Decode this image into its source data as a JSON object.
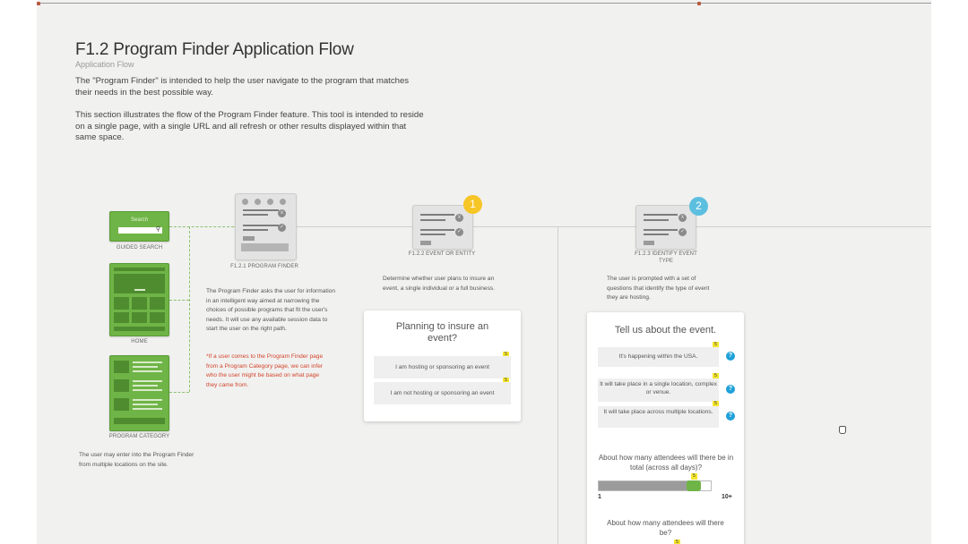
{
  "page": {
    "title": "F1.2 Program Finder Application Flow",
    "subtitle": "Application Flow",
    "intro1": "The \"Program Finder\" is intended to help the user navigate to the program that matches their needs in the best possible way.",
    "intro2": "This section illustrates the flow of the Program Finder feature. This tool is intended to reside on a single page, with a single URL and all refresh or other results displayed within that same space."
  },
  "entry_points": {
    "search_label": "Search",
    "guided_search": "GUIDED SEARCH",
    "home": "HOME",
    "program_category": "PROGRAM CATEGORY",
    "note": "The user may enter into the Program Finder from multiple locations on the site."
  },
  "step1": {
    "label": "F1.2.1 PROGRAM FINDER",
    "description": "The Program Finder asks the user for information in an intelligent way aimed at narrowing the choices of possible programs that fit the user's needs.  It will use any available session data to start the user on the right path.",
    "note": "*If a user comes to the Program Finder page from a Program Category page, we can infer who the user might be based on what page they came from."
  },
  "step2": {
    "badge": "1",
    "label": "F1.2.2 EVENT OR ENTITY",
    "description": "Determine whether user plans to insure an event, a single individual or a full business.",
    "card": {
      "question": "Planning to insure an event?",
      "options": [
        "I am hosting or sponsoring an event",
        "I am not hosting or sponsoring an event"
      ]
    }
  },
  "step3": {
    "badge": "2",
    "label": "F1.2.3 IDENTIFY EVENT TYPE",
    "description": "The user is prompted with a set of questions that identify the type of event they are hosting.",
    "card": {
      "heading": "Tell us about the event.",
      "options": [
        "It's happening within the USA.",
        "It will take place in a single location, complex or venue.",
        "It will take place across multiple locations."
      ],
      "q1": "About how many attendees will there be in total (across all days)?",
      "slider_min": "1",
      "slider_max": "10+",
      "slider_value": 0.85,
      "q2": "About how many attendees will there be?"
    }
  },
  "icons": {
    "flag": "5",
    "help": "?",
    "close": "x",
    "check": "✓"
  },
  "colors": {
    "green": "#6fb446",
    "badge_yellow": "#f6c526",
    "badge_blue": "#5dbfe0",
    "note_red": "#d2452b",
    "help_blue": "#1fa0d8"
  }
}
